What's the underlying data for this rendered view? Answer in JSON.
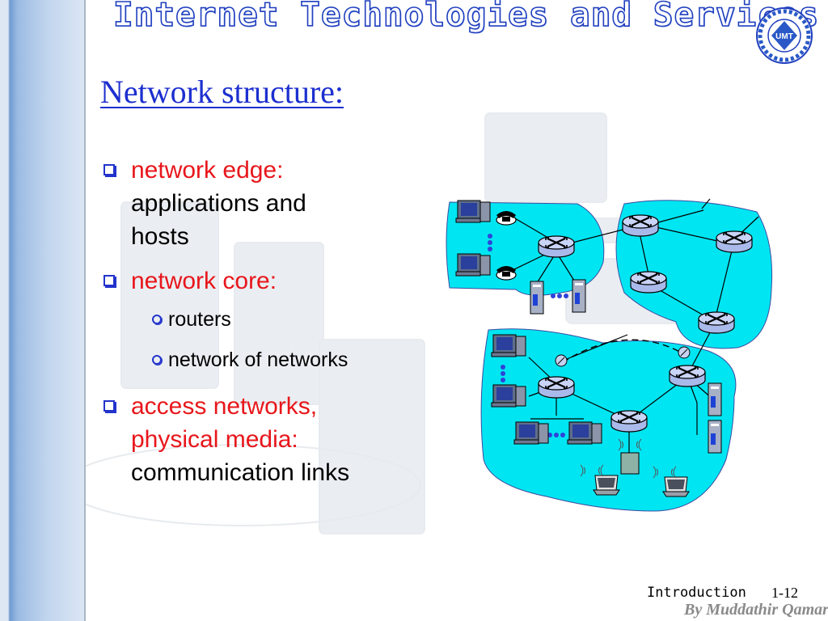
{
  "header": {
    "title": "Internet Technologies and Services",
    "logo_text": "UMT"
  },
  "slide": {
    "title": "Network structure:",
    "bullets": [
      {
        "highlight": "network edge:",
        "detail_lines": [
          "applications and",
          "hosts"
        ]
      },
      {
        "highlight": "network core:",
        "sub_items": [
          "routers",
          "network of networks"
        ]
      },
      {
        "highlight_lines": [
          "access networks,",
          "physical media:"
        ],
        "detail_lines": [
          "communication links"
        ]
      }
    ]
  },
  "footer": {
    "section": "Introduction",
    "page": "1-12",
    "author": "By Muddathir Qamar"
  },
  "colors": {
    "title_blue": "#1c2fcf",
    "highlight_red": "#e8161b",
    "network_cyan": "#00e5f2",
    "bullet_blue": "#2233cc"
  },
  "icons": {
    "bullet": "square-bullet-icon",
    "sub_bullet": "ring-bullet-icon",
    "router": "router-icon",
    "host": "desktop-computer-icon",
    "server": "server-tower-icon",
    "phone": "telephone-icon",
    "laptop": "laptop-icon",
    "access_point": "wireless-access-point-icon"
  }
}
